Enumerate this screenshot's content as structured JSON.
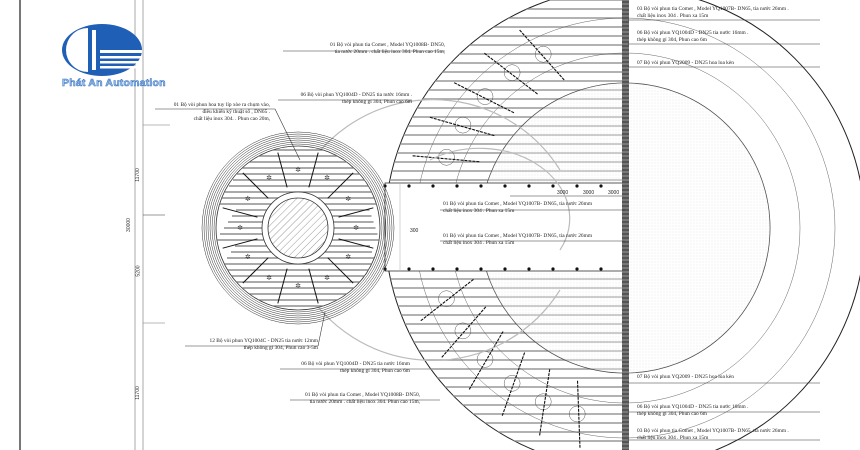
{
  "logo": {
    "text": "Phát An Automation",
    "color": "#1f5fb5"
  },
  "labels": {
    "comet_top_left": [
      "01 Bộ vòi phun tia Comet ,  Model  YQ1008B- DN50,",
      "tia nước 20mm .  chất liệu inox 304. Phun cao 15m,"
    ],
    "yq1004d_top_left": [
      "06 Bộ vòi phun  YQ1004D - DN25 tia nước 16mm .",
      "thép không gỉ 304, Phun cao  6m"
    ],
    "tulip": [
      "01 Bộ vòi phun hoa tuy líp xòe ra chụm vào,",
      "điều khiển kỹ thuật số , DN65 .",
      "chất liệu inox 304. . Phun cao 20m,"
    ],
    "right_top_comet": [
      "03 Bộ vòi phun tia Comet ,  Model  YQ1007B- DN65, tia nước 26mm .",
      "chất liệu inox 304 .  Phun xa 15m"
    ],
    "right_top_yq1004d": [
      "06 Bộ vòi phun  YQ1004D - DN25 tia nước 16mm .",
      "thép không gỉ 304, Phun cao  6m"
    ],
    "right_top_yq2009": [
      "07 Bộ vòi phun YQ2009 - DN25 hoa loa kèn"
    ],
    "mid_comet_1": [
      "01 Bộ vòi phun tia Comet ,  Model  YQ1007B- DN65, tia nước 26mm",
      "chất liệu inox 304 . Phun xa 15m"
    ],
    "mid_comet_2": [
      "01 Bộ vòi phun tia Comet ,  Model  YQ1007B- DN65, tia nước 26mm",
      "chất liệu inox 304 . Phun xa 15m"
    ],
    "yq1004c": [
      "12 Bộ vòi phun  YQ1004C - DN25 tia nước  12mm",
      "thép không gỉ 304, Phun cao  3-5m"
    ],
    "yq1004d_bottom_left": [
      "06 Bộ vòi phun  YQ1004D - DN25 tia nước 16mm",
      "thép không gỉ 304, Phun cao  6m"
    ],
    "comet_bottom_left": [
      "01 Bộ vòi phun tia Comet ,  Model  YQ1008B- DN50,",
      "tia nước 20mm .  chất liệu inox 304. Phun cao 15m,"
    ],
    "right_bottom_yq2009": [
      "07 Bộ vòi phun YQ2009 - DN25 hoa loa kèn"
    ],
    "right_bottom_yq1004d": [
      "06 Bộ vòi phun  YQ1004D - DN25 tia nước 16mm .",
      "thép không gỉ 304, Phun cao  6m"
    ],
    "right_bottom_comet": [
      "03 Bộ vòi phun tia Comet ,  Model  YQ1007B- DN65, tia nước 26mm .",
      "chất liệu inox 304 .  Phun xa 15m"
    ]
  },
  "dimensions": {
    "spacing": [
      "3000",
      "3000",
      "3000"
    ],
    "vertical": [
      "11700",
      "30000",
      "5200",
      "11700"
    ],
    "center_mark": "300"
  }
}
